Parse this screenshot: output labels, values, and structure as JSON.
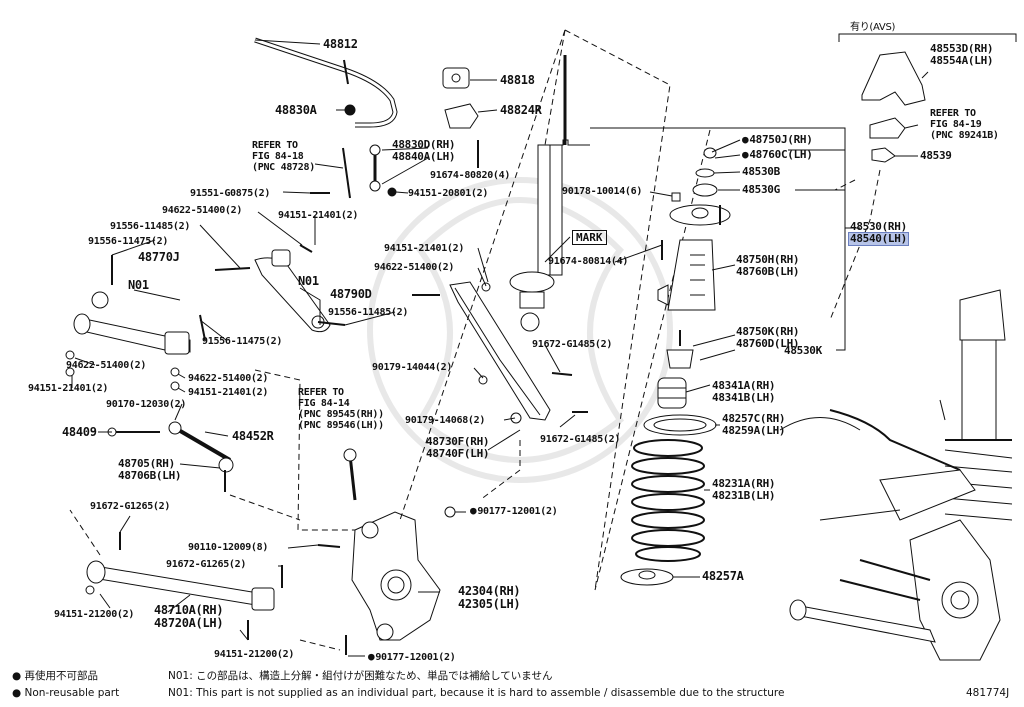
{
  "labels": {
    "p48812": "48812",
    "p48818": "48818",
    "p48830A": "48830A",
    "p48824R": "48824R",
    "refer1": "REFER TO\nFIG 84-18\n(PNC 48728)",
    "p48830D": "48830D(RH)\n48840A(LH)",
    "p91674_80820": "91674-80820(4)",
    "p91551": "91551-G0875(2)",
    "p94151_20801": "94151-20801(2)",
    "p94622_51400_a": "94622-51400(2)",
    "p94151_21401_a": "94151-21401(2)",
    "p91556_11485_a": "91556-11485(2)",
    "p91556_11475_a": "91556-11475(2)",
    "p48770J": "48770J",
    "n01_a": "N01",
    "n01_b": "N01",
    "p48790D": "48790D",
    "p91556_11485_b": "91556-11485(2)",
    "p91556_11475_b": "91556-11475(2)",
    "p94622_51400_b": "94622-51400(2)",
    "p94151_21401_b": "94151-21401(2)",
    "p94622_51400_c": "94622-51400(2)",
    "p94151_21401_c": "94151-21401(2)",
    "p90170": "90170-12030(2)",
    "p48409": "48409",
    "p48452R": "48452R",
    "p48705": "48705(RH)\n48706B(LH)",
    "refer2": "REFER TO\nFIG 84-14\n(PNC 89545(RH))\n(PNC 89546(LH))",
    "p94151_21401_d": "94151-21401(2)",
    "p94622_51400_d": "94622-51400(2)",
    "mark": "MARK",
    "p91674_80814": "91674-80814(4)",
    "p90178": "90178-10014(6)",
    "p90179_14044": "90179-14044(2)",
    "p91672_G1485_a": "91672-G1485(2)",
    "p90179_14068": "90179-14068(2)",
    "p91672_G1485_b": "91672-G1485(2)",
    "p48730F": "48730F(RH)\n48740F(LH)",
    "p48750J": "48750J(RH)",
    "p48760C": "48760C(LH)",
    "p48530B": "48530B",
    "p48530G": "48530G",
    "p48530RH": "48530(RH)",
    "p48540LH": "48540(LH)",
    "avs": "有り(AVS)",
    "p48553D": "48553D(RH)\n48554A(LH)",
    "refer3": "REFER TO\nFIG 84-19\n(PNC 89241B)",
    "p48539": "48539",
    "p48750H": "48750H(RH)\n48760B(LH)",
    "p48750K": "48750K(RH)\n48760D(LH)",
    "p48530K": "48530K",
    "p48341A": "48341A(RH)\n48341B(LH)",
    "p48257C": "48257C(RH)\n48259A(LH)",
    "p48231A": "48231A(RH)\n48231B(LH)",
    "p48257A": "48257A",
    "p91672_G1265_a": "91672-G1265(2)",
    "p90110": "90110-12009(8)",
    "p91672_G1265_b": "91672-G1265(2)",
    "p90177_a": "90177-12001(2)",
    "p42304": "42304(RH)\n42305(LH)",
    "p94151_21200_a": "94151-21200(2)",
    "p48710A": "48710A(RH)\n48720A(LH)",
    "p94151_21200_b": "94151-21200(2)",
    "p90177_b": "90177-12001(2)"
  },
  "footer": {
    "legend_jp": "再使用不可部品",
    "legend_en": "Non-reusable part",
    "note_jp": "N01: この部品は、構造上分解・組付けが困難なため、単品では補給していません",
    "note_en": "N01: This part is not supplied as an individual part, because it is hard to assemble / disassemble due to the structure",
    "fig_id": "481774J"
  },
  "colors": {
    "line": "#111111",
    "highlight": "#b7c4e8",
    "watermark": "#e8e8e8"
  }
}
